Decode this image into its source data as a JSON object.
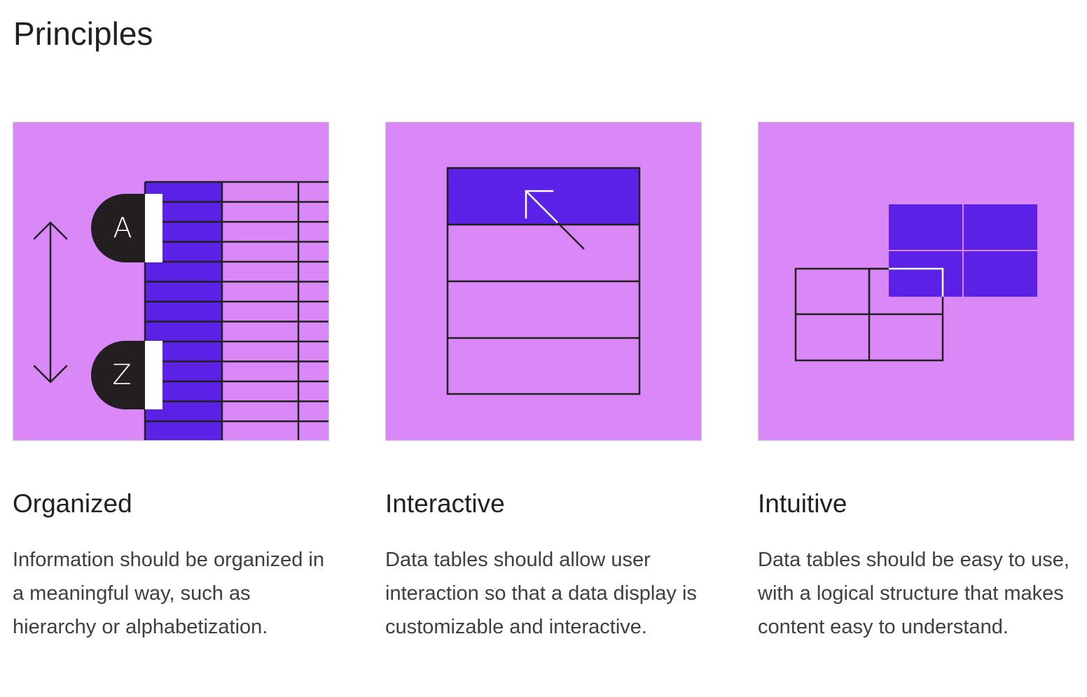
{
  "page": {
    "title": "Principles"
  },
  "colors": {
    "illustration_bg": "#da88f7",
    "accent": "#5b21e6",
    "ink": "#231f20",
    "white": "#ffffff"
  },
  "cards": [
    {
      "title": "Organized",
      "description": "Information should be organized in a meaningful way, such as hierarchy or alphabetization.",
      "illustration": "sort-a-z-table",
      "badges": [
        "A",
        "Z"
      ]
    },
    {
      "title": "Interactive",
      "description": "Data tables should allow user interaction so that a data display is customizable and interactive.",
      "illustration": "cursor-select-row"
    },
    {
      "title": "Intuitive",
      "description": "Data tables should be easy to use, with a logical structure that makes content easy to understand.",
      "illustration": "overlapping-grids"
    }
  ]
}
